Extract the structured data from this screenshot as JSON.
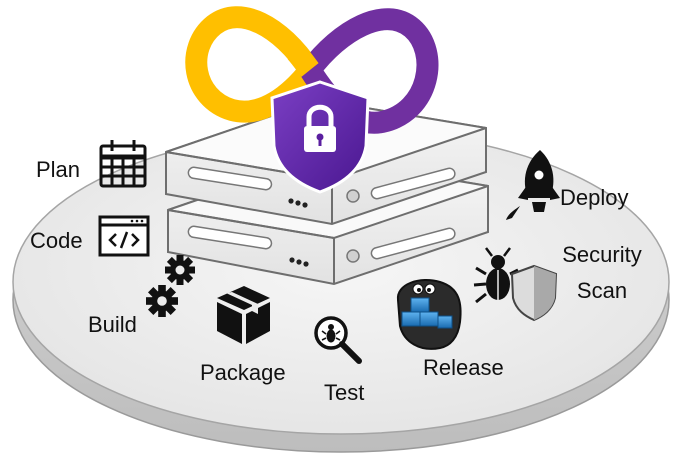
{
  "stages": {
    "plan": {
      "label": "Plan",
      "icon": "calendar-icon"
    },
    "code": {
      "label": "Code",
      "icon": "code-window-icon"
    },
    "build": {
      "label": "Build",
      "icon": "gears-icon"
    },
    "package": {
      "label": "Package",
      "icon": "box-icon"
    },
    "test": {
      "label": "Test",
      "icon": "bug-magnifier-icon"
    },
    "release": {
      "label": "Release",
      "icon": "container-release-icon"
    },
    "security_scan": {
      "label_line1": "Security",
      "label_line2": "Scan",
      "icon": "bug-shield-icon"
    },
    "deploy": {
      "label": "Deploy",
      "icon": "rocket-icon"
    }
  },
  "center": {
    "icons": [
      "devsecops-infinity-icon",
      "lock-shield-icon",
      "server-stack-icon"
    ]
  },
  "colors": {
    "infinity_yellow": "#FFBF00",
    "infinity_purple": "#7030A0",
    "shield_purple": "#5B1FA0",
    "platform_fill": "#EDEDED",
    "server_fill": "#F4F4F4",
    "server_stroke": "#6E6E6E",
    "icon_dark": "#111111",
    "release_blue": "#1E7BC0"
  }
}
